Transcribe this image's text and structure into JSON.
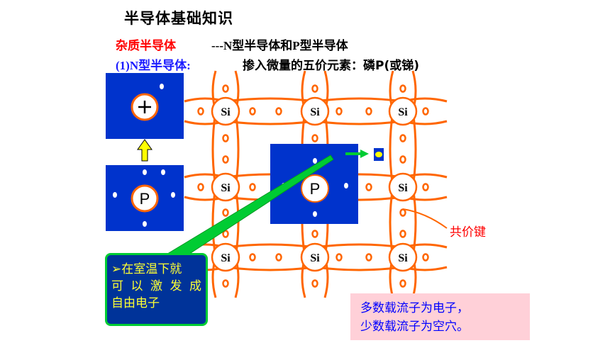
{
  "title": "半导体基础知识",
  "subtitle": {
    "highlight": "杂质半导体",
    "rest": "---N型半导体和P型半导体"
  },
  "section": {
    "heading": "(1)N型半导体:",
    "desc": "掺入微量的五价元素：磷P(或锑)"
  },
  "lattice": {
    "atom_label": "Si",
    "dopant_label": "P",
    "ion_label": "+",
    "bond_label": "共价键"
  },
  "callout": {
    "lines": [
      "➢在室温下就",
      "可以激发成",
      "自由电子"
    ]
  },
  "summary": {
    "lines": [
      "多数载流子为电子，",
      "少数载流子为空穴。"
    ]
  },
  "colors": {
    "bond": "#ff6600",
    "panel": "#0033cc",
    "electron": "#ffffff",
    "free_electron": "#ffff00",
    "arrow_up": "#ffff00",
    "arrow_green": "#00cc33",
    "callout_bg": "#003399",
    "summary_bg": "#ffd0d8"
  },
  "icons": [
    "plus-icon",
    "up-arrow-icon",
    "right-arrow-icon"
  ]
}
